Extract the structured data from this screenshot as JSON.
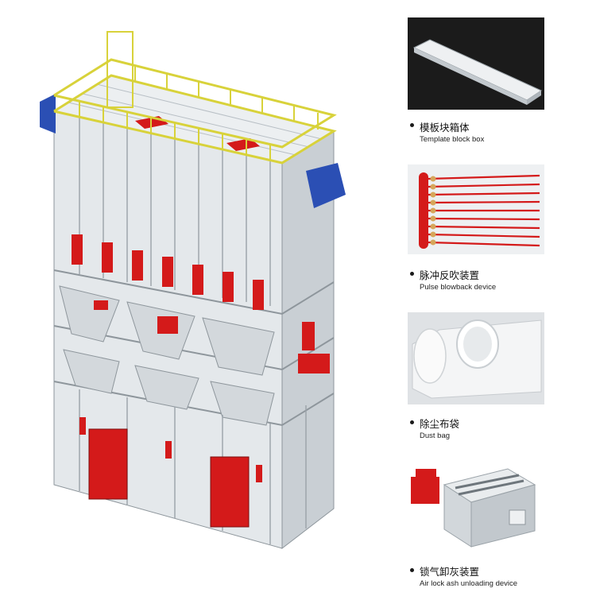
{
  "colors": {
    "background": "#ffffff",
    "panel_gray": "#dfe3e6",
    "frame": "#9aa2a8",
    "railing_yellow": "#d8d23a",
    "accent_red": "#d41a1a",
    "duct_blue": "#2b4fb4",
    "card_dark": "#1b1b1b"
  },
  "components": [
    {
      "id": "template-box",
      "icon": "template-block-box-image",
      "label_zh": "模板块箱体",
      "label_en": "Template block box"
    },
    {
      "id": "pulse",
      "icon": "pulse-blowback-device-image",
      "label_zh": "脉冲反吹装置",
      "label_en": "Pulse blowback device"
    },
    {
      "id": "dust-bag",
      "icon": "dust-bag-image",
      "label_zh": "除尘布袋",
      "label_en": "Dust bag"
    },
    {
      "id": "air-lock",
      "icon": "air-lock-ash-unloading-image",
      "label_zh": "锁气卸灰装置",
      "label_en": "Air lock ash unloading device"
    }
  ]
}
